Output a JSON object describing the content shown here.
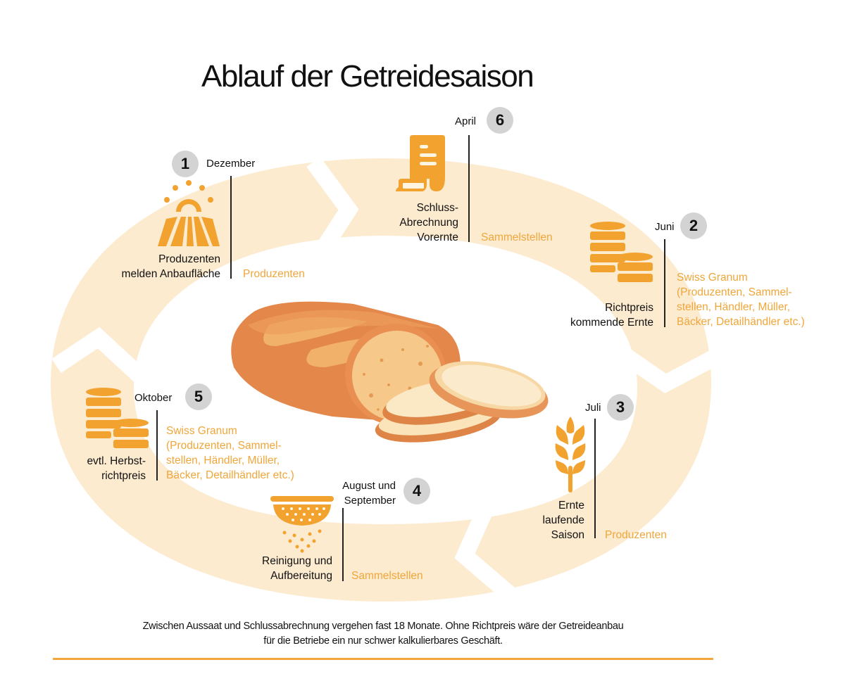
{
  "title": "Ablauf der Getreidesaison",
  "colors": {
    "accent": "#f2a32f",
    "ring": "#fdebd0",
    "actor_text": "#f0a63a",
    "badge": "#d3d3d3",
    "bread_crust": "#e48b4e",
    "bread_crumb": "#f5c98a",
    "slice_crumb": "#fbe8c4"
  },
  "steps": [
    {
      "number": "1",
      "month": "Dezember",
      "label_lines": [
        "Produzenten",
        "melden Anbaufläche"
      ],
      "actor_lines": [
        "Produzenten"
      ],
      "icon": "sunrise-field-icon"
    },
    {
      "number": "2",
      "month": "Juni",
      "label_lines": [
        "Richtpreis",
        "kommende Ernte"
      ],
      "actor_lines": [
        "Swiss Granum",
        "(Produzenten, Sammel-",
        "stellen, Händler, Müller,",
        "Bäcker, Detailhändler etc.)"
      ],
      "icon": "coin-stack-icon"
    },
    {
      "number": "3",
      "month": "Juli",
      "label_lines": [
        "Ernte",
        "laufende",
        "Saison"
      ],
      "actor_lines": [
        "Produzenten"
      ],
      "icon": "wheat-icon"
    },
    {
      "number": "4",
      "month_lines": [
        "August und",
        "September"
      ],
      "label_lines": [
        "Reinigung und",
        "Aufbereitung"
      ],
      "actor_lines": [
        "Sammelstellen"
      ],
      "icon": "sieve-icon"
    },
    {
      "number": "5",
      "month": "Oktober",
      "label_lines": [
        "evtl. Herbst-",
        "richtpreis"
      ],
      "actor_lines": [
        "Swiss Granum",
        "(Produzenten, Sammel-",
        "stellen, Händler, Müller,",
        "Bäcker, Detailhändler etc.)"
      ],
      "icon": "coin-stack-icon"
    },
    {
      "number": "6",
      "month": "April",
      "label_lines": [
        "Schluss-",
        "Abrechnung",
        "Vorernte"
      ],
      "actor_lines": [
        "Sammelstellen"
      ],
      "icon": "receipt-scroll-icon"
    }
  ],
  "center_image": "bread-loaf-illustration",
  "footnote_lines": [
    "Zwischen Aussaat und Schlussabrechnung vergehen fast 18 Monate. Ohne Richtpreis wäre der Getreideanbau",
    "für die Betriebe ein nur schwer kalkulierbares Geschäft."
  ]
}
